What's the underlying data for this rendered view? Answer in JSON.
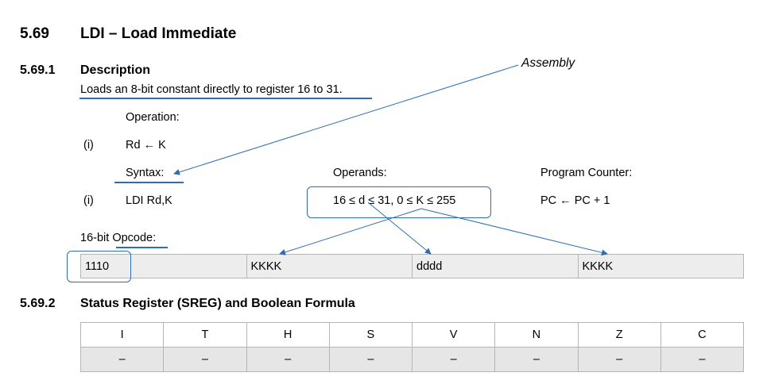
{
  "section": {
    "number": "5.69",
    "title": "LDI – Load Immediate"
  },
  "description": {
    "number": "5.69.1",
    "heading": "Description",
    "text": "Loads an 8-bit constant directly to register 16 to 31."
  },
  "operation": {
    "label": "Operation:",
    "index": "(i)",
    "expr": "Rd ← K"
  },
  "syntax": {
    "label": "Syntax:",
    "index": "(i)",
    "expr": "LDI Rd,K",
    "operands_label": "Operands:",
    "operands": "16 ≤ d ≤ 31, 0 ≤ K ≤ 255",
    "pc_label": "Program Counter:",
    "pc": "PC ← PC + 1"
  },
  "opcode": {
    "label_prefix": "16-bit ",
    "label_word": "Opcode:",
    "cells": [
      "1110",
      "KKKK",
      "dddd",
      "KKKK"
    ]
  },
  "annotation": {
    "assembly": "Assembly"
  },
  "sreg": {
    "number": "5.69.2",
    "heading": "Status Register (SREG) and Boolean Formula",
    "flags": [
      "I",
      "T",
      "H",
      "S",
      "V",
      "N",
      "Z",
      "C"
    ],
    "values": [
      "–",
      "–",
      "–",
      "–",
      "–",
      "–",
      "–",
      "–"
    ]
  },
  "colors": {
    "annotation": "#2e6db4",
    "table_border": "#b5b5b5",
    "table_fill": "#ededed"
  }
}
